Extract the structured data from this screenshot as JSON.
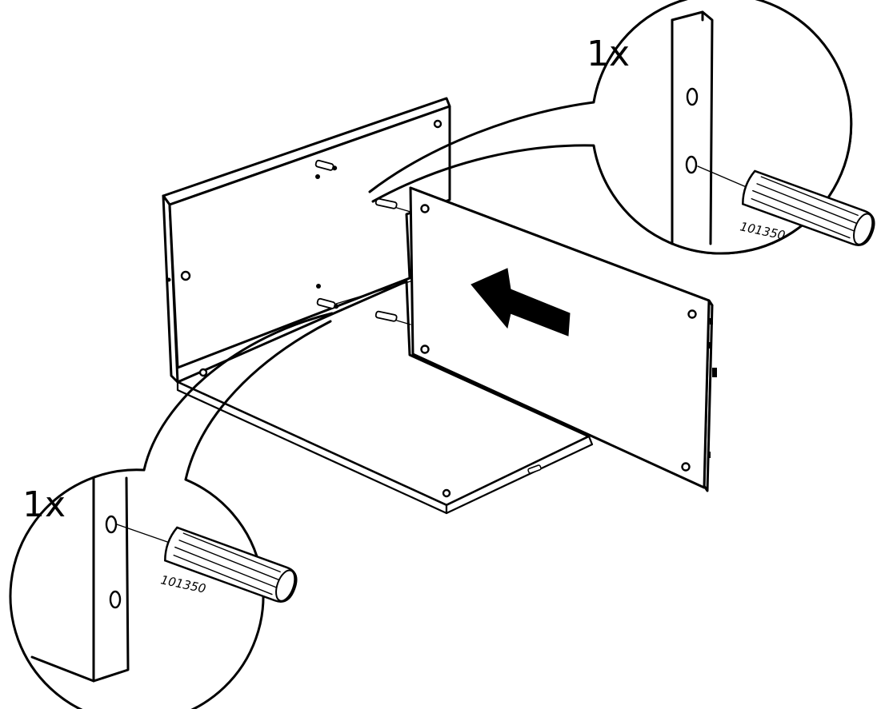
{
  "callouts": [
    {
      "id": "top",
      "quantity": "1x",
      "part_number": "101350"
    },
    {
      "id": "bottom",
      "quantity": "1x",
      "part_number": "101350"
    }
  ],
  "parts": {
    "dowel": "wooden-dowel",
    "panels": [
      "back-panel",
      "bottom-panel",
      "side-panel"
    ]
  },
  "arrow_direction": "left"
}
